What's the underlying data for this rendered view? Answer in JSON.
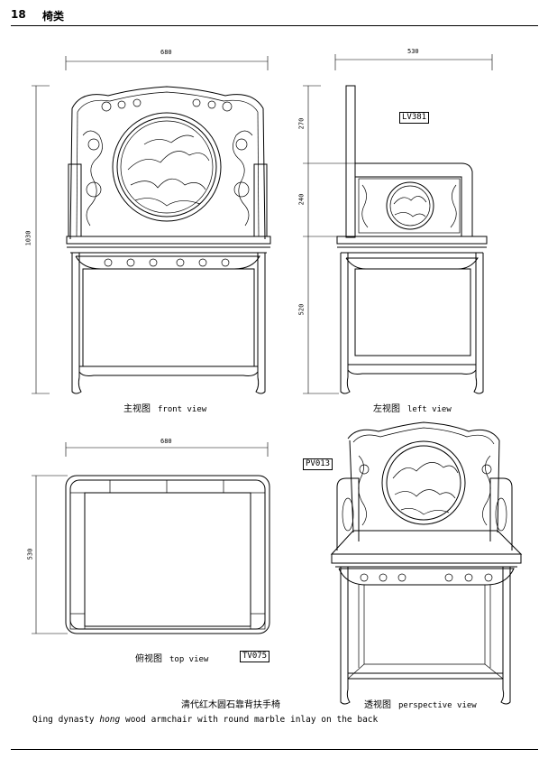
{
  "header": {
    "page_number": "18",
    "section_title": "椅类"
  },
  "views": {
    "front": {
      "cn": "主视图",
      "en": "front view"
    },
    "left": {
      "cn": "左视图",
      "en": "left view",
      "code": "LV381"
    },
    "top": {
      "cn": "俯视图",
      "en": "top view",
      "code": "TV075"
    },
    "perspective": {
      "cn": "透视图",
      "en": "perspective view",
      "code": "PV013"
    }
  },
  "dimensions": {
    "front_width": "680",
    "front_height": "1030",
    "side_depth": "530",
    "side_back_top": "270",
    "side_back_mid": "240",
    "side_seat_height": "520",
    "top_width": "680",
    "top_depth": "530"
  },
  "caption": {
    "cn": "清代红木圆石靠背扶手椅",
    "en_before": "Qing dynasty ",
    "en_italic": "hong",
    "en_after": " wood armchair with round marble inlay on the back"
  }
}
